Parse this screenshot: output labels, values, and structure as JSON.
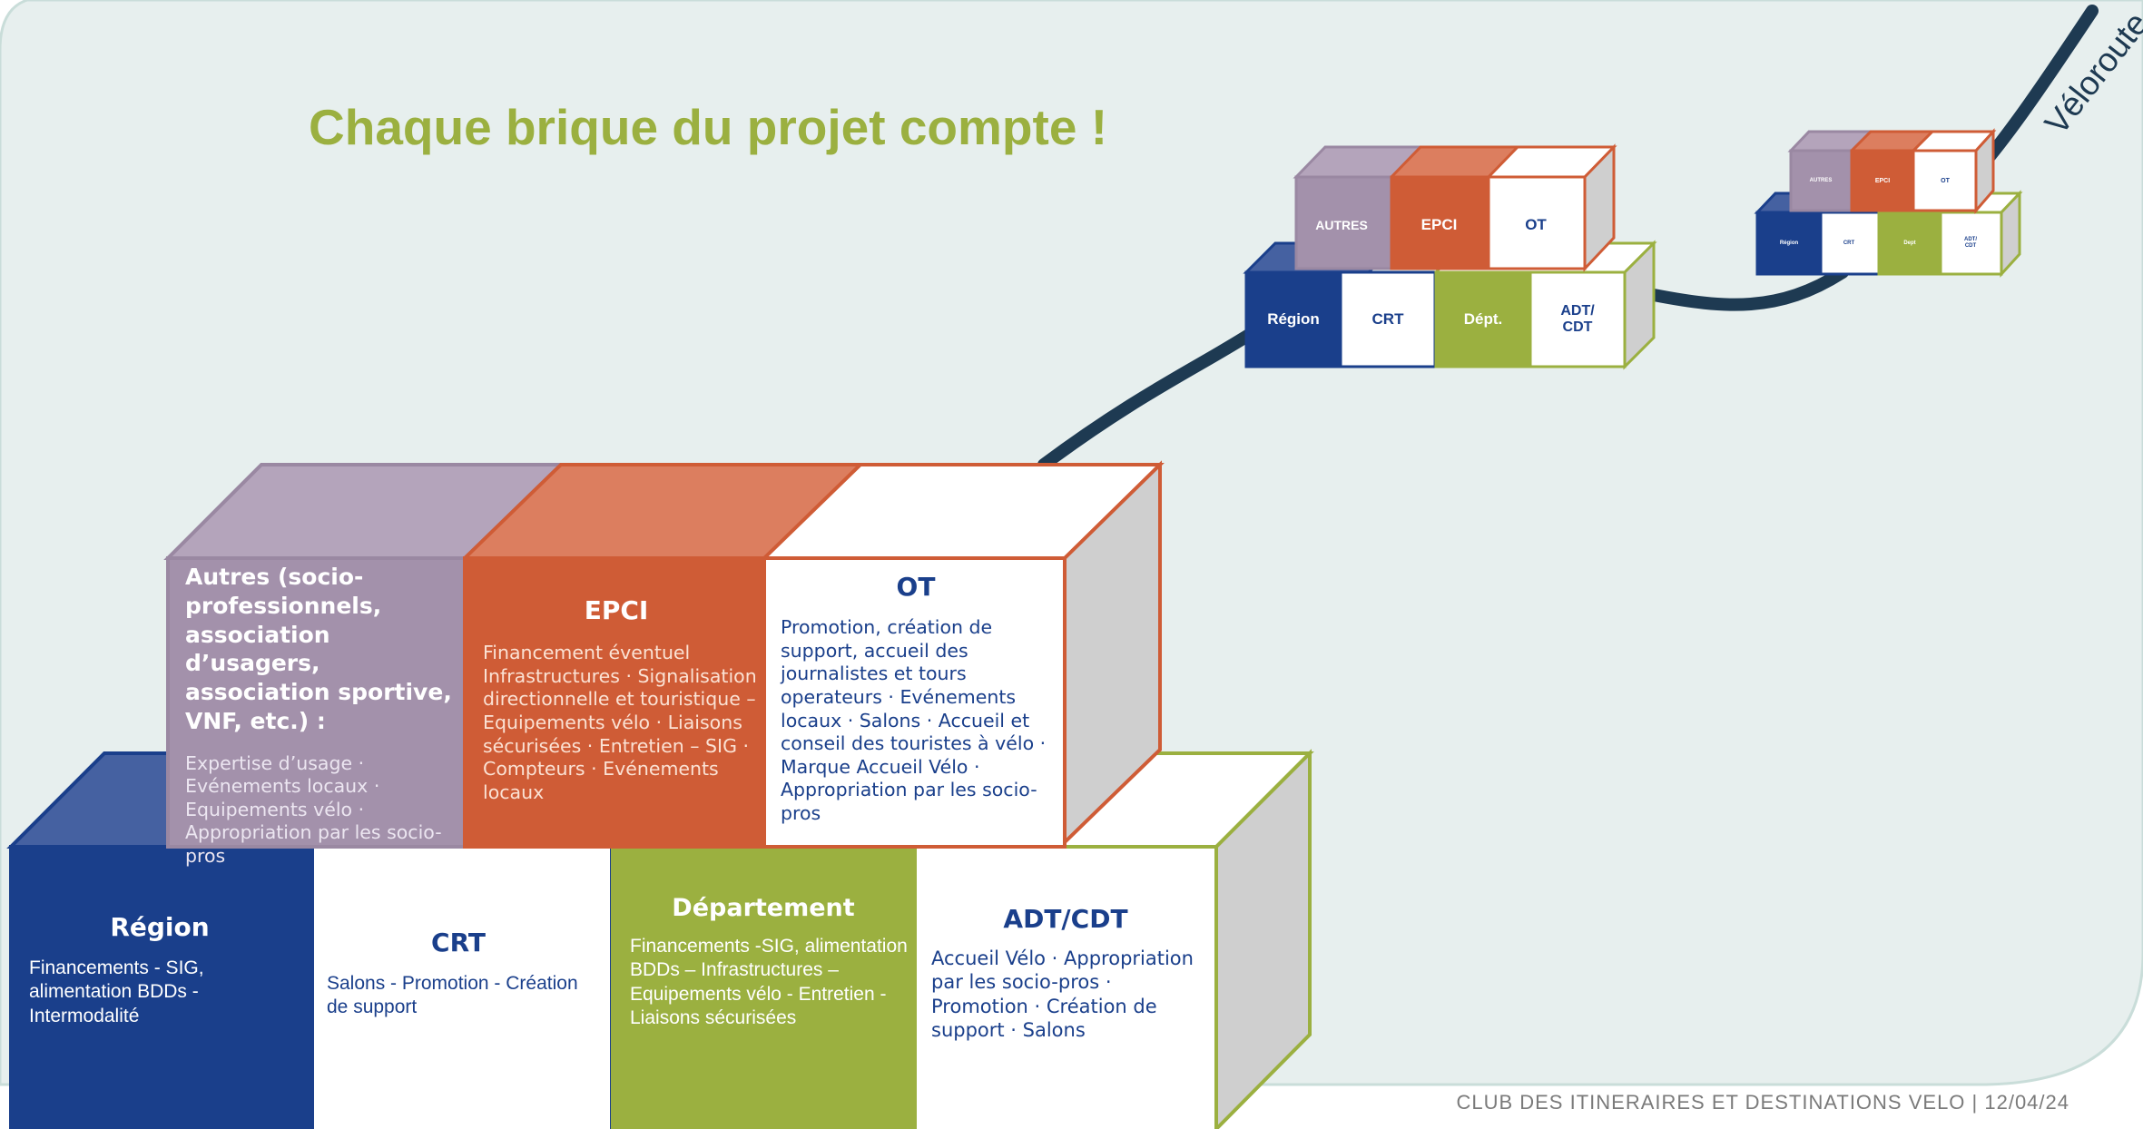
{
  "title": "Chaque brique du projet compte !",
  "route_label": "Véloroute",
  "footer": "CLUB DES ITINERAIRES ET DESTINATIONS VELO | 12/04/24",
  "colors": {
    "background_curve": "#e7efee",
    "route": "#1e3a52",
    "blue": "#1a3f8b",
    "lavender": "#a391ab",
    "orange": "#cf5c36",
    "green": "#9bb040",
    "title": "#9bb040"
  },
  "bricks": {
    "region": {
      "title": "Région",
      "text": "Financements - SIG, alimentation BDDs - Intermodalité"
    },
    "crt": {
      "title": "CRT",
      "text": "Salons - Promotion - Création de support"
    },
    "departement": {
      "title": "Département",
      "text": "Financements -SIG, alimentation BDDs – Infrastructures – Equipements vélo - Entretien - Liaisons sécurisées"
    },
    "adt_cdt": {
      "title": "ADT/CDT",
      "text": "Accueil Vélo · Appropriation par les socio-pros · Promotion · Création de support · Salons"
    },
    "autres": {
      "title": "Autres (socio-professionnels, association d’usagers, association sportive, VNF, etc.) :",
      "text": "Expertise d’usage · Evénements locaux · Equipements vélo · Appropriation par les socio-pros"
    },
    "epci": {
      "title": "EPCI",
      "text": "Financement éventuel Infrastructures · Signalisation directionnelle et touristique – Equipements vélo · Liaisons sécurisées · Entretien – SIG · Compteurs · Evénements  locaux"
    },
    "ot": {
      "title": "OT",
      "text": "Promotion, création de support, accueil des journalistes et tours operateurs · Evénements locaux · Salons · Accueil et conseil des touristes à vélo · Marque Accueil Vélo · Appropriation par les socio-pros"
    }
  },
  "medium_stack": {
    "top": [
      "AUTRES",
      "EPCI",
      "OT"
    ],
    "bottom": [
      "Région",
      "CRT",
      "Dépt.",
      "ADT/\nCDT"
    ]
  },
  "small_stack": {
    "top": [
      "AUTRES",
      "EPCI",
      "OT"
    ],
    "bottom": [
      "Région",
      "CRT",
      "Dept",
      "ADT/\nCDT"
    ]
  }
}
